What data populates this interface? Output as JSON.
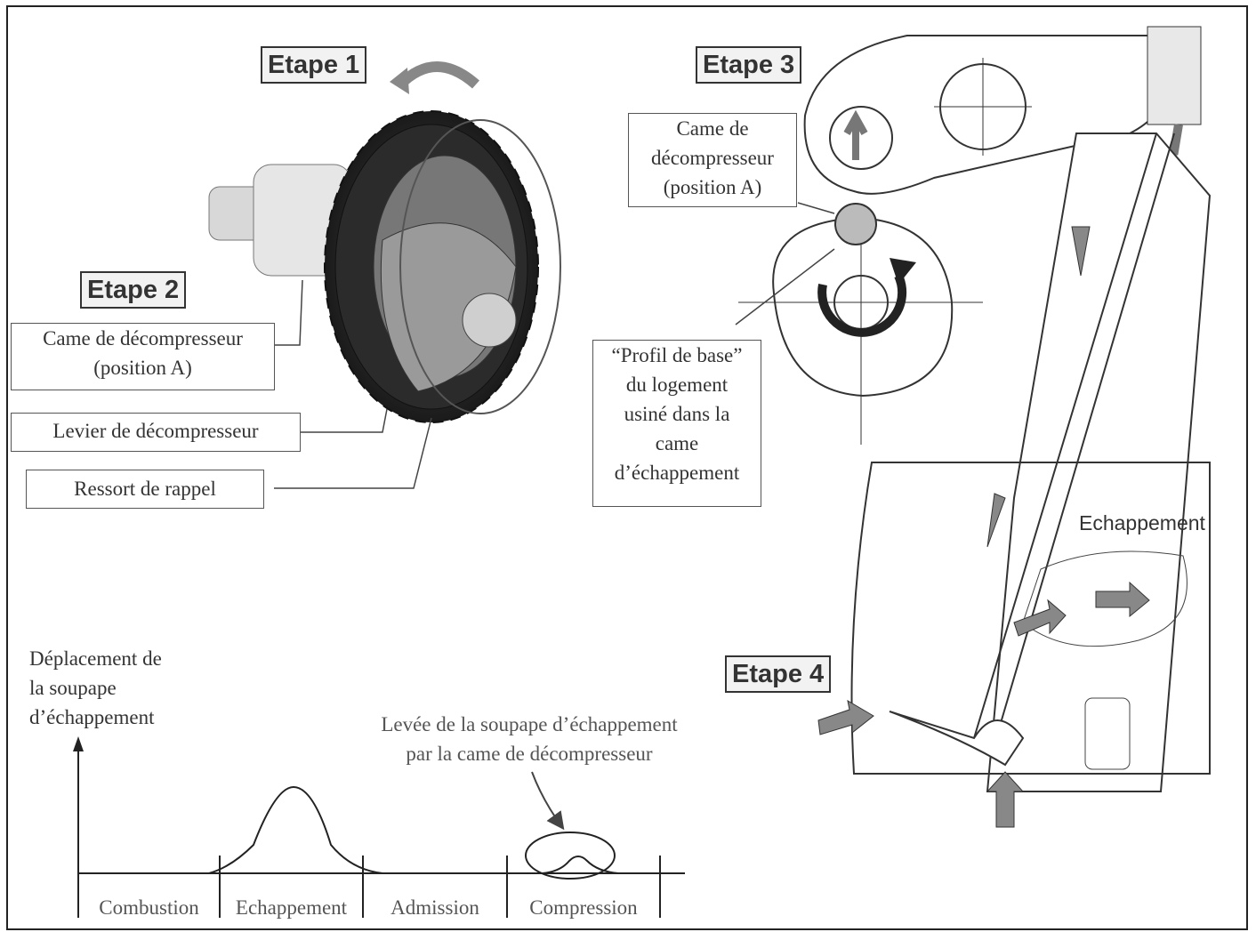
{
  "steps": {
    "step1": "Etape 1",
    "step2": "Etape 2",
    "step3": "Etape 3",
    "step4": "Etape 4"
  },
  "gear_labels": {
    "cam_line1": "Came de décompresseur",
    "cam_line2": "(position A)",
    "lever": "Levier de décompresseur",
    "spring": "Ressort de rappel"
  },
  "valve_labels": {
    "cam_line1": "Came de",
    "cam_line2": "décompresseur",
    "cam_line3": "(position A)",
    "profile_line1": "“Profil de base”",
    "profile_line2": "du logement",
    "profile_line3": "usiné dans la",
    "profile_line4": "came",
    "profile_line5": "d’échappement",
    "exhaust": "Echappement"
  },
  "graph": {
    "ylabel_line1": "Déplacement de",
    "ylabel_line2": "la soupape",
    "ylabel_line3": "d’échappement",
    "annotation_line1": "Levée de la soupape d’échappement",
    "annotation_line2": "par la came de décompresseur",
    "phases": [
      "Combustion",
      "Echappement",
      "Admission",
      "Compression"
    ]
  }
}
